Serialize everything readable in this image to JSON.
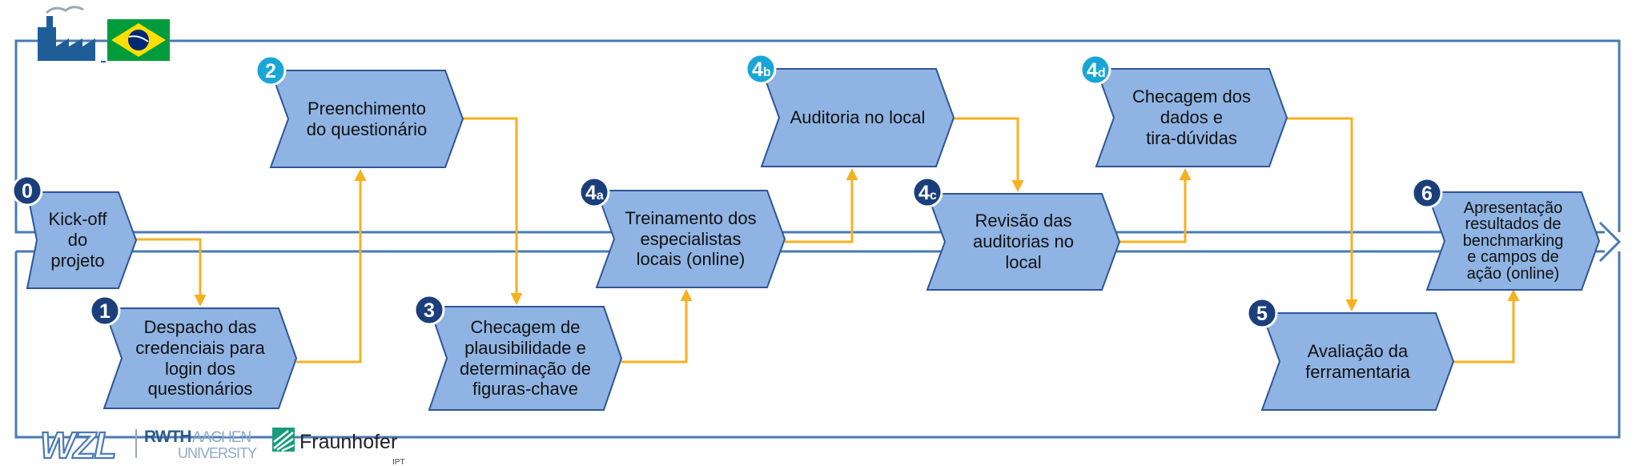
{
  "steps": [
    {
      "id": "0",
      "num": "0",
      "sub": "",
      "label": "Kick-off\ndo projeto"
    },
    {
      "id": "1",
      "num": "1",
      "sub": "",
      "label": "Despacho das\ncredenciais para\nlogin dos\nquestionários"
    },
    {
      "id": "2",
      "num": "2",
      "sub": "",
      "label": "Preenchimento\ndo questionário"
    },
    {
      "id": "3",
      "num": "3",
      "sub": "",
      "label": "Checagem de\nplausibilidade e\ndeterminação de\nfiguras-chave"
    },
    {
      "id": "4a",
      "num": "4",
      "sub": "a",
      "label": "Treinamento dos\nespecialistas\nlocais (online)"
    },
    {
      "id": "4b",
      "num": "4",
      "sub": "b",
      "label": "Auditoria no local"
    },
    {
      "id": "4c",
      "num": "4",
      "sub": "c",
      "label": "Revisão das\nauditorias no\nlocal"
    },
    {
      "id": "4d",
      "num": "4",
      "sub": "d",
      "label": "Checagem dos\ndados e\ntira-dúvidas"
    },
    {
      "id": "5",
      "num": "5",
      "sub": "",
      "label": "Avaliação da\nferramentaria"
    },
    {
      "id": "6",
      "num": "6",
      "sub": "",
      "label": "Apresentação\nresultados de\nbenchmarking\ne campos de\nação (online)"
    }
  ],
  "logos": {
    "wzl": "WZL",
    "rwth_a": "RWTH",
    "rwth_b": "AACHEN",
    "rwth_c": "UNIVERSITY",
    "fraunhofer": "Fraunhofer",
    "ipt": "IPT"
  },
  "colors": {
    "box_fill": "#8fb4e3",
    "box_stroke": "#2f5597",
    "frame": "#4a7ab5",
    "connector": "#f5b120",
    "badge_dark": "#1b3f7a",
    "badge_light": "#19a6d6",
    "factory": "#1f5d99",
    "flag_green": "#009c3b",
    "flag_yellow": "#ffdf00",
    "flag_blue": "#002776"
  }
}
